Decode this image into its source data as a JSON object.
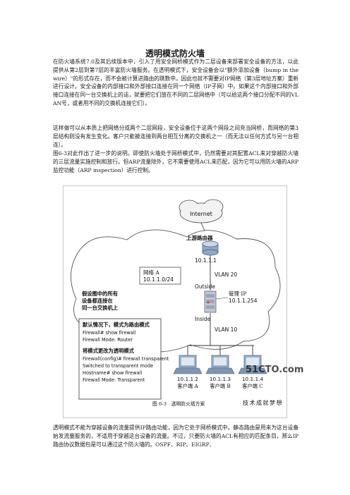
{
  "title": "透明模式防火墙",
  "paragraphs": [
    "在防火墙系统7.0及其后续版本中，引入了用安全网桥模式作为二层设备来部署安全设备的方法，以此提供从第2层到第7层的丰富防火墙服务。在透明模式下，安全设备会以\"额外添加设备（bump in the wire）\"的形式存在，而不会被计算进路由的跳数中。因此也就不需要对IP网络（第3层地址方案）重新进行设计。安全设备的内部接口和外部接口连接在同一个网络（IP子网）中。如果这个内部接口和外部接口连接在同一台交换机上的话，就要把它们放在不同的二层网络中（可以给这两个接口分配不同的VLAN号，或者用不同的交换机连接它们）。",
    "这样做可以从本质上把网络分成两个二层网段，安全设备位于这两个网段之间充当网桥，而网络的第3层结构则没有发生变化。客户只能被连接到两台相互分离的交换机之一（而无法以任何方式与另一台相连）。",
    "图6-3对此作出了进一步的说明。即使防火墙处于网桥模式中，仍然需要对其配置ACL来对穿越防火墙的三层流量实施控制和放行。但ARP流量除外，它不需要使用ACL来匹配，因为它可以用防火墙的ARP监控功能（ARP inspection）进行控制。",
    "透明模式不能为穿越设备的流量提供IP路由功能，因为它处于网桥模式中。静态路由是用来为这台设备始发流量服务的，不适用于穿越这台设备的流量。不过，只要防火墙的ACL有相应的匹配条目，那么IP路由协议数据包是可以通过这个防火墙的。OSPF、RIP、EIGRP、"
  ],
  "figure": {
    "internet_label": "Internet",
    "upstream_router_label": "上游路由器",
    "router_ip": "10.1.1.1",
    "vlan_top": "VLAN 20",
    "outside_label": "Outside",
    "inside_label": "Inside",
    "network_label": "网络 A",
    "network_subnet": "10.1.1.0/24",
    "mgmt_label": "管理 IP",
    "mgmt_ip": "10.1.1.254",
    "vlan_bottom": "VLAN 10",
    "note_lines": [
      "假设图中的所有",
      "设备都连接在",
      "同一台交换机上"
    ],
    "default_header": "默认情况下，模式为路由模式",
    "default_cmds": [
      "Firewall# show firewall",
      "Firewall Mode: Router"
    ],
    "transparent_header": "将模式更改为透明模式",
    "transparent_cmds": [
      "Firewall(config)# firewall transparent",
      "Switched to transparent mode",
      "Hostname# show firewall",
      "Firewall Mode: Transparent"
    ],
    "clients": [
      {
        "ip": "10.1.1.2",
        "name": "客户端 A"
      },
      {
        "ip": "10.1.1.3",
        "name": "客户端 B"
      },
      {
        "ip": "10.1.1.4",
        "name": "客户端 C"
      }
    ],
    "caption": "图 6-3　透明防火墙方案",
    "watermark_site": "51CTO.com",
    "watermark_tag": "技术成就梦想"
  }
}
